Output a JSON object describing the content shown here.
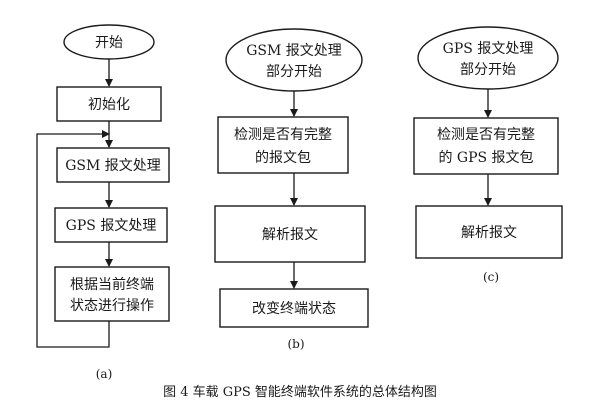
{
  "panel_a": {
    "start": "开始",
    "init": "初始化",
    "gsm": "GSM 报文处理",
    "gps": "GPS 报文处理",
    "operate_line1": "根据当前终端",
    "operate_line2": "状态进行操作",
    "label": "(a)"
  },
  "panel_b": {
    "start_line1": "GSM 报文处理",
    "start_line2": "部分开始",
    "detect_line1": "检测是否有完整",
    "detect_line2": "的报文包",
    "parse": "解析报文",
    "change": "改变终端状态",
    "label": "(b)"
  },
  "panel_c": {
    "start_line1": "GPS 报文处理",
    "start_line2": "部分开始",
    "detect_line1": "检测是否有完整",
    "detect_line2": "的 GPS 报文包",
    "parse": "解析报文",
    "label": "(c)"
  },
  "caption": "图 4  车载 GPS 智能终端软件系统的总体结构图",
  "colors": {
    "ink": "#1a1a1a",
    "background": "#ffffff"
  }
}
